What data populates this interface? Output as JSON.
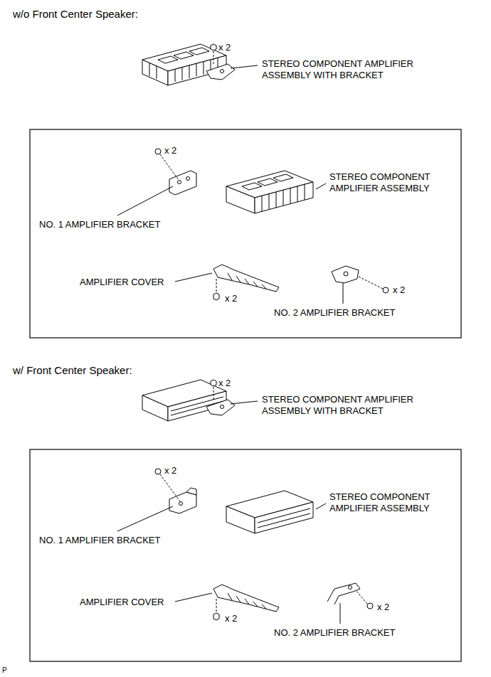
{
  "diagram": {
    "labels": [
      "w/o Front Center Speaker:",
      "x 2",
      "STEREO COMPONENT AMPLIFIER ASSEMBLY WITH BRACKET",
      "x 2",
      "STEREO COMPONENT AMPLIFIER ASSEMBLY",
      "NO. 1 AMPLIFIER BRACKET",
      "AMPLIFIER COVER",
      "x 2",
      "x 2",
      "NO. 2 AMPLIFIER BRACKET",
      "w/ Front Center Speaker:",
      "x 2",
      "STEREO COMPONENT AMPLIFIER ASSEMBLY WITH BRACKET",
      "x 2",
      "STEREO COMPONENT AMPLIFIER ASSEMBLY",
      "NO. 1 AMPLIFIER BRACKET",
      "AMPLIFIER COVER",
      "x 2",
      "NO. 2 AMPLIFIER BRACKET",
      "x 2",
      "P"
    ]
  }
}
